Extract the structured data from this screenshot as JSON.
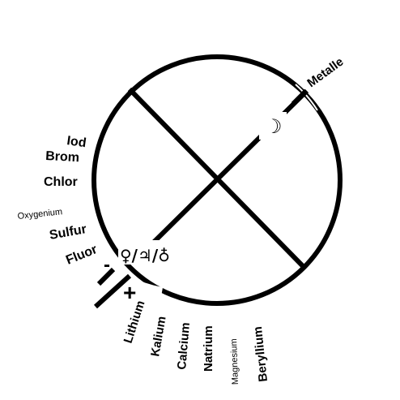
{
  "labels": {
    "metals_end": "Metalle",
    "moon_symbol": "☽",
    "planet_symbols": "♀/♃/♁",
    "minus": "-",
    "plus": "+"
  },
  "nonmetals": [
    "Iod",
    "Brom",
    "Chlor",
    "Oxygenium",
    "Sulfur",
    "Fluor"
  ],
  "metals": [
    "Lithium",
    "Kalium",
    "Calcium",
    "Natrium",
    "Magnesium",
    "Beryllium"
  ]
}
